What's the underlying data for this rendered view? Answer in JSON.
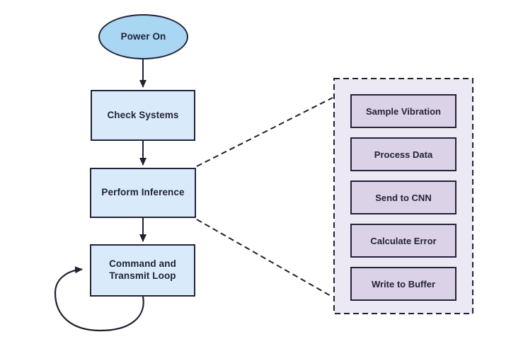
{
  "diagram": {
    "start_node": {
      "label": "Power On"
    },
    "main_flow": [
      {
        "label": "Check Systems"
      },
      {
        "label": "Perform Inference"
      },
      {
        "label": "Command and Transmit Loop",
        "lines": [
          "Command and",
          "Transmit Loop"
        ]
      }
    ],
    "detail_panel": {
      "items": [
        {
          "label": "Sample Vibration"
        },
        {
          "label": "Process Data"
        },
        {
          "label": "Send to CNN"
        },
        {
          "label": "Calculate Error"
        },
        {
          "label": "Write to Buffer"
        }
      ]
    },
    "colors": {
      "ink": "#23233a",
      "arrow": "#21212f",
      "node_fill_blue": "#d9ebfa",
      "ellipse_fill": "#a9d6f2",
      "panel_fill": "#ece8f4",
      "panel_item_fill": "#dcd2e7",
      "bg": "#ffffff"
    }
  }
}
